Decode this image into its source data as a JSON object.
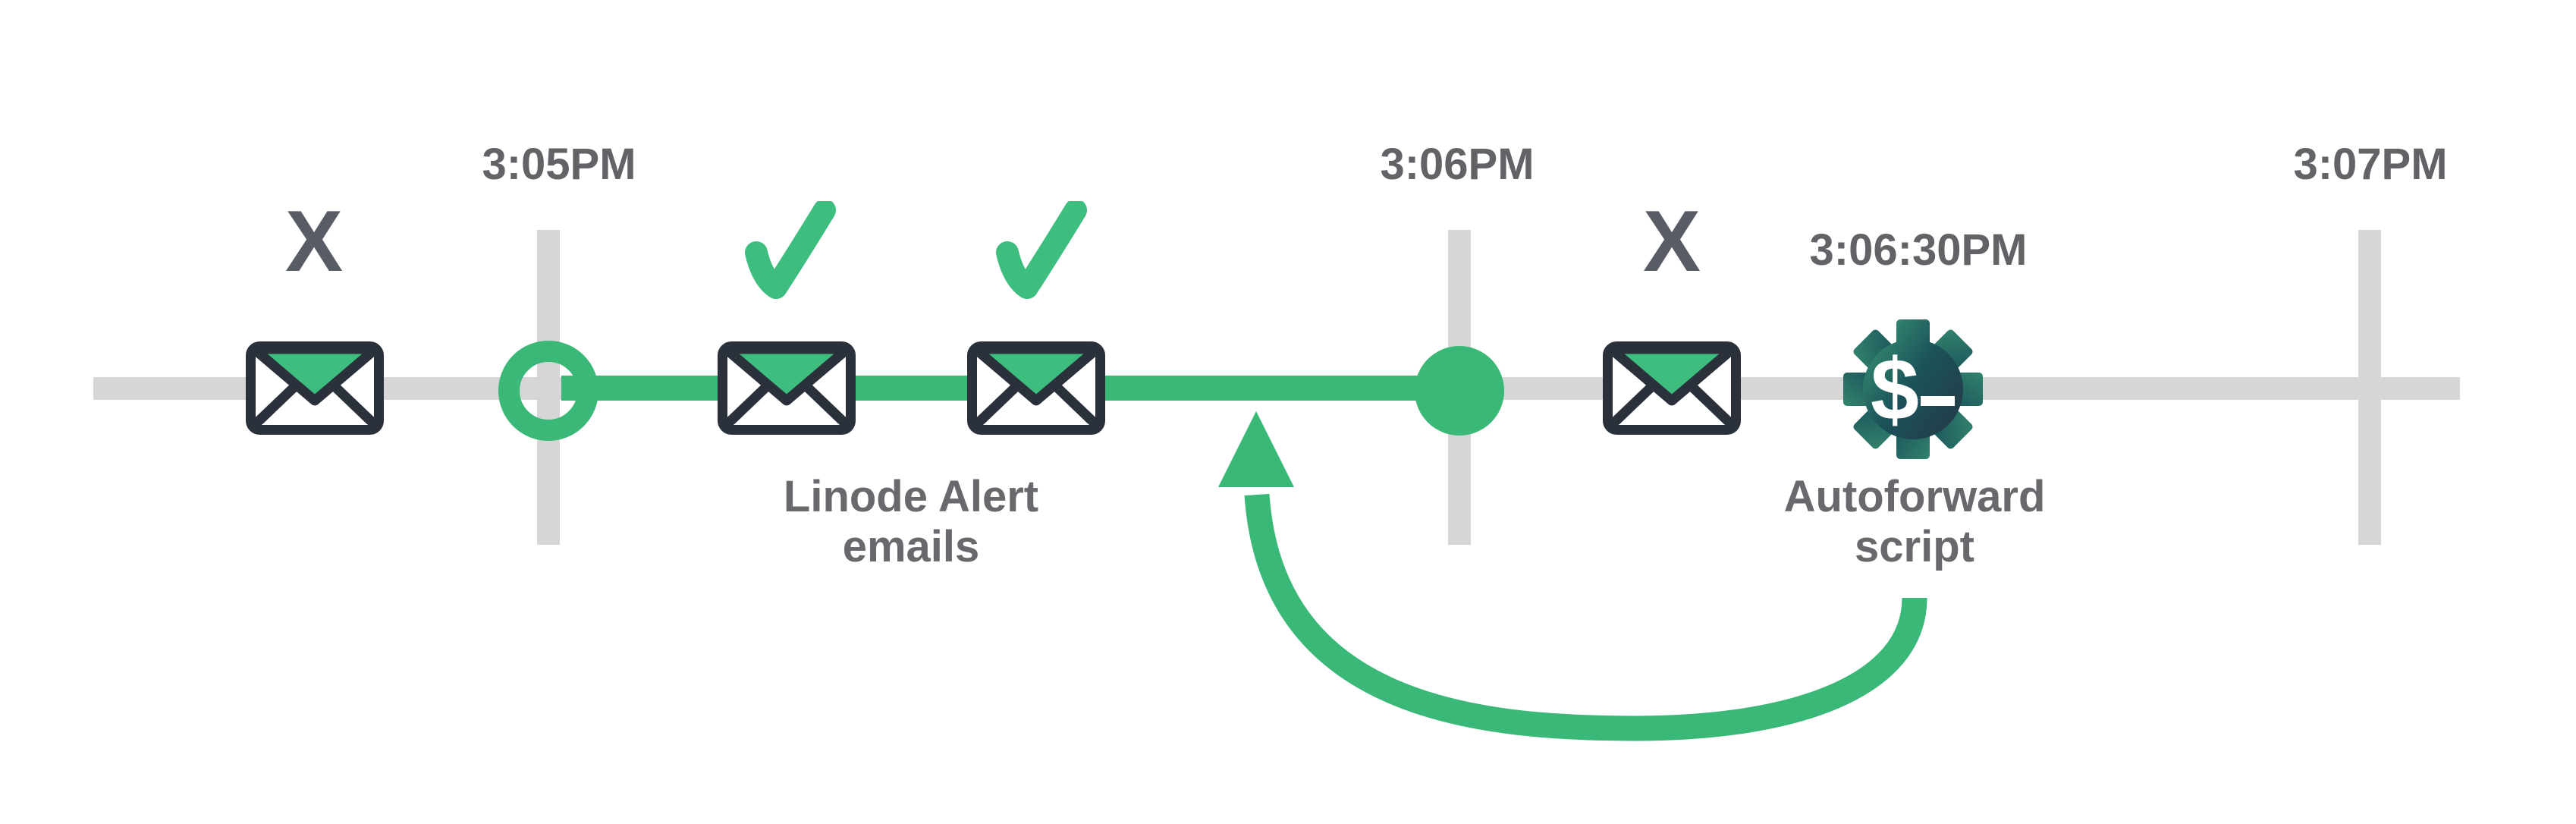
{
  "colors": {
    "white": "#ffffff",
    "green": "#3ab877",
    "green-bright": "#3dbd7e",
    "gray-line": "#d6d6d6",
    "dark": "#2a313b",
    "text": "#67696d",
    "text-time": "#616367",
    "x-mark": "#585c64",
    "gear-grad-1": "#3f9d78",
    "gear-grad-2": "#1b535a",
    "gear-grad-3": "#273140"
  },
  "timeline": {
    "ticks": [
      {
        "label": "3:05PM"
      },
      {
        "label": "3:06PM"
      },
      {
        "label": "3:07PM"
      }
    ]
  },
  "events": {
    "alert_emails": {
      "line1": "Linode Alert",
      "line2": "emails"
    },
    "autoforward": {
      "time": "3:06:30PM",
      "line1": "Autoforward",
      "line2": "script",
      "prompt_glyph": "$"
    }
  },
  "glyphs": {
    "x": "X"
  },
  "icons": {
    "envelope_failed_1": "envelope-undelivered",
    "envelope_ok_1": "envelope-delivered",
    "envelope_ok_2": "envelope-delivered",
    "envelope_failed_2": "envelope-undelivered",
    "gear": "gear-shell-prompt",
    "arrow": "loopback-arrow"
  }
}
